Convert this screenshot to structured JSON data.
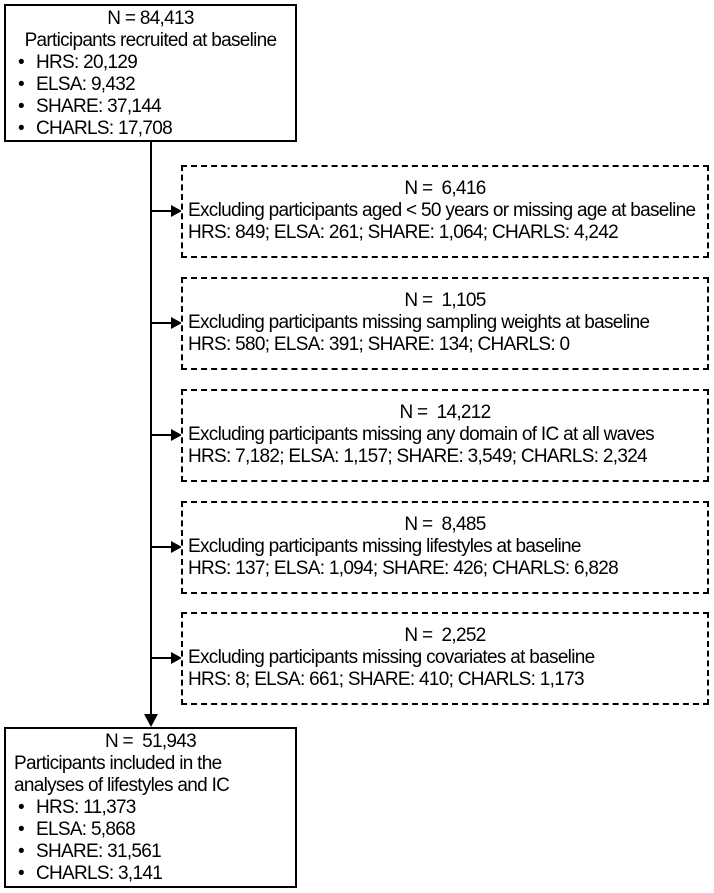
{
  "glyphs": {
    "bullet": "•"
  },
  "colors": {
    "border": "#000000",
    "background": "#ffffff",
    "text": "#000000"
  },
  "flow": {
    "top_box": {
      "n_label": "N = 84,413",
      "description": "Participants recruited at baseline",
      "bullets": [
        "HRS: 20,129",
        "ELSA: 9,432",
        "SHARE: 37,144",
        "CHARLS: 17,708"
      ]
    },
    "exclusion_boxes": [
      {
        "n_label": "N =  6,416",
        "description": "Excluding participants aged < 50 years or missing age at baseline",
        "breakdown": "HRS: 849; ELSA: 261; SHARE: 1,064; CHARLS: 4,242"
      },
      {
        "n_label": "N =  1,105",
        "description": "Excluding participants missing sampling weights at baseline",
        "breakdown": "HRS: 580; ELSA: 391; SHARE: 134; CHARLS: 0"
      },
      {
        "n_label": "N =  14,212",
        "description": "Excluding participants missing any domain of IC at all waves",
        "breakdown": "HRS: 7,182; ELSA: 1,157; SHARE: 3,549; CHARLS: 2,324"
      },
      {
        "n_label": "N =  8,485",
        "description": "Excluding participants missing lifestyles at baseline",
        "breakdown": "HRS: 137; ELSA: 1,094; SHARE: 426; CHARLS: 6,828"
      },
      {
        "n_label": "N =  2,252",
        "description": "Excluding participants missing covariates at baseline",
        "breakdown": "HRS: 8; ELSA: 661; SHARE: 410; CHARLS: 1,173"
      }
    ],
    "bottom_box": {
      "n_label": "N =  51,943",
      "description": "Participants included in the analyses of lifestyles and IC",
      "bullets": [
        "HRS: 11,373",
        "ELSA: 5,868",
        "SHARE: 31,561",
        "CHARLS: 3,141"
      ]
    }
  }
}
